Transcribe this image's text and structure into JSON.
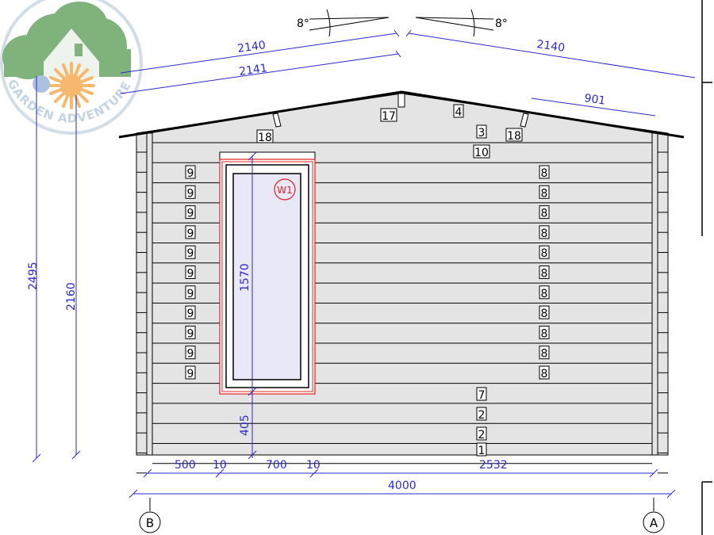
{
  "logo": {
    "text": "GARDEN ADVENTURE"
  },
  "roof": {
    "left_angle": "8°",
    "right_angle": "8°"
  },
  "dimensions": {
    "roof_left": "2140",
    "roof_left_inner": "2141",
    "roof_right": "2140",
    "roof_right_partial": "901",
    "height_total": "2495",
    "height_wall": "2160",
    "window_height": "1570",
    "window_bottom": "405",
    "segment_1": "500",
    "gap_1": "10",
    "segment_2": "700",
    "gap_2": "10",
    "segment_3": "2532",
    "total_width": "4000"
  },
  "window": {
    "tag": "W1"
  },
  "part_labels": {
    "ridge": "17",
    "ridge_top": "4",
    "fascia_left": "18",
    "fascia_right": "18",
    "board_3": "3",
    "board_10": "10",
    "left_column": [
      "9",
      "9",
      "9",
      "9",
      "9",
      "9",
      "9",
      "9",
      "9",
      "9",
      "9"
    ],
    "right_column": [
      "8",
      "8",
      "8",
      "8",
      "8",
      "8",
      "8",
      "8",
      "8",
      "8",
      "8"
    ],
    "bottom_column": [
      "7",
      "2",
      "2",
      "1"
    ]
  },
  "axes": {
    "left": "B",
    "right": "A"
  },
  "colors": {
    "dimension": "#2a2acf",
    "window_frame": "#e02020",
    "wall_fill": "#e4e4e4",
    "glass_fill": "#e8e8f6",
    "logo_green": "#7fb27a"
  }
}
